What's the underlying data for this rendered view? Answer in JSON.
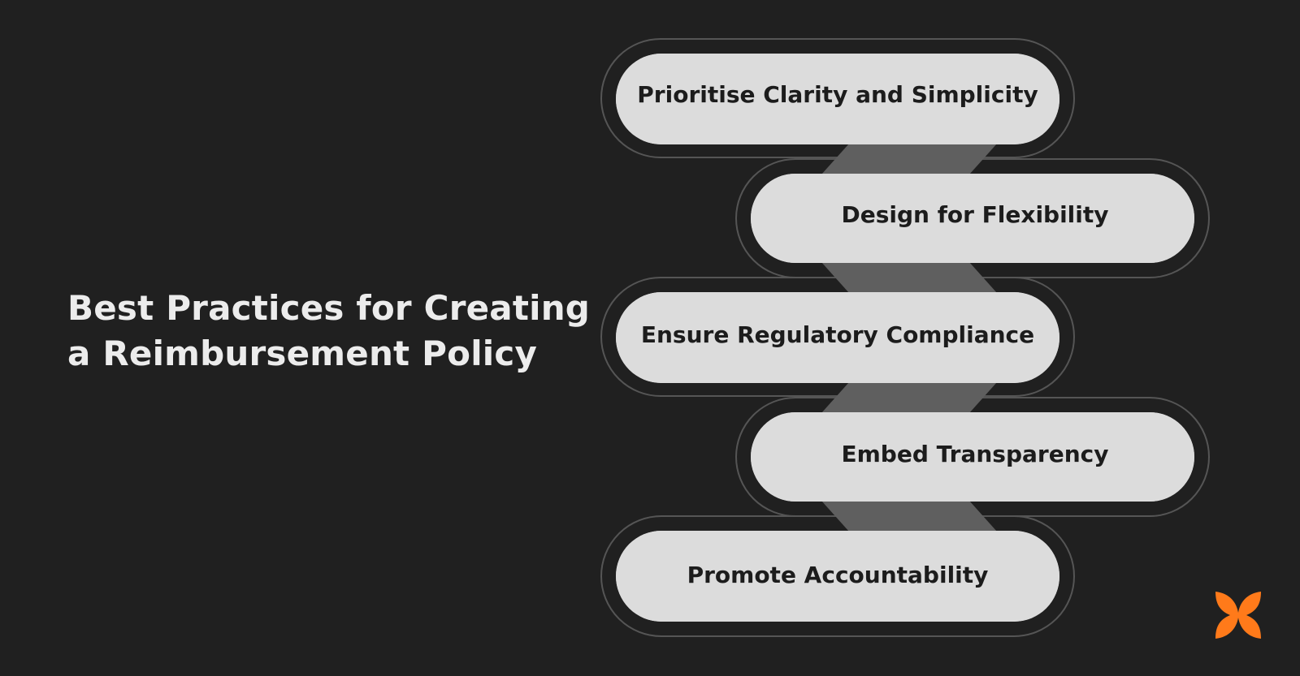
{
  "title": {
    "line1": "Best Practices for Creating",
    "line2": "a Reimbursement Policy"
  },
  "steps": [
    {
      "label": "Prioritise Clarity and Simplicity"
    },
    {
      "label": "Design for Flexibility"
    },
    {
      "label": "Ensure Regulatory Compliance"
    },
    {
      "label": "Embed Transparency"
    },
    {
      "label": "Promote Accountability"
    }
  ],
  "colors": {
    "background": "#202020",
    "pill": "#dcdcdc",
    "pill_text": "#1c1c1c",
    "connector": "#5f5f5f",
    "outline": "#555555",
    "title": "#ececec",
    "logo": "#ff7a1a"
  },
  "logo": {
    "icon": "butterfly-logo-icon"
  }
}
